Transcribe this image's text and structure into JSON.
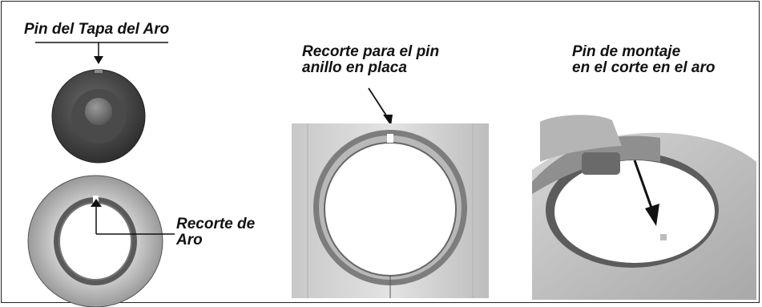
{
  "labels": {
    "tapa_pin": "Pin del Tapa del Aro",
    "ring_cutout": "Recorte de\nAro",
    "plate_cutout": "Recorte para el pin\nanillo en placa",
    "mount_pin": "Pin de montaje\nen el corte en el aro"
  },
  "colors": {
    "ink": "#111111",
    "metal_light": "#d9d9d9",
    "metal_dark": "#7a7a7a",
    "cap_dark": "#3a3a3a"
  }
}
